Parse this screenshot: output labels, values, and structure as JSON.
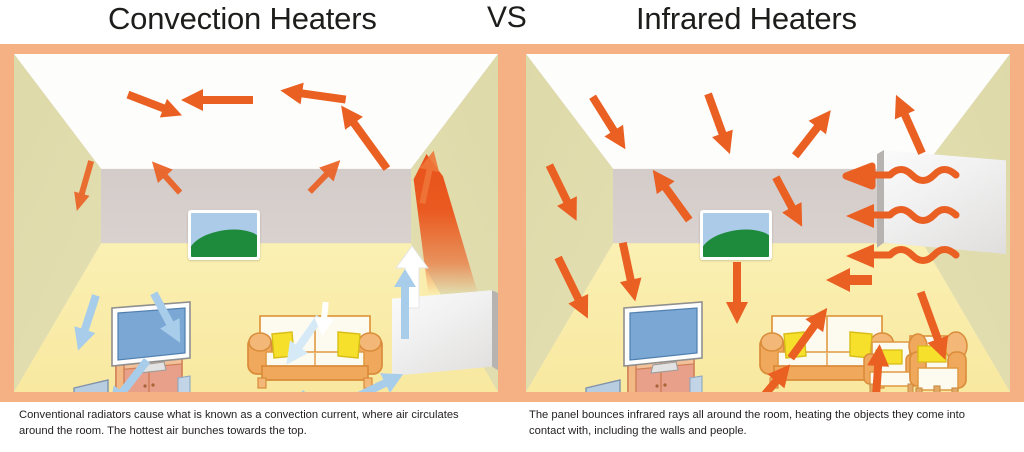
{
  "titles": {
    "left": "Convection Heaters",
    "vs": "VS",
    "right": "Infrared Heaters"
  },
  "captions": {
    "left": "Conventional radiators cause what is known as a convection current, where air circulates around the room. The hottest air bunches towards the top.",
    "right": "The panel bounces infrared rays all around the room, heating the objects they come into contact with, including the walls and people."
  },
  "colors": {
    "frame_orange": "#f5b183",
    "arrow_orange": "#ea5f22",
    "arrow_blue": "#a8cdea",
    "floor_yellow": "#fbf2b8",
    "side_wall": "#e4e0b0",
    "back_wall": "#d5cecb",
    "ceiling_white": "#fdfdfb",
    "sofa_wood": "#f0a85c",
    "cushion_yellow": "#f7e02c",
    "cabinet_pink": "#e8a08a",
    "tv_screen": "#7ba7d4",
    "picture_sky": "#abcbe8",
    "picture_hill": "#1e8a3c",
    "panel_white": "#f2f1f0",
    "title_text": "#1d1d1b"
  },
  "left_room": {
    "label": "convection-heater-room",
    "furniture": [
      {
        "name": "television-on-cabinet"
      },
      {
        "name": "sofa"
      },
      {
        "name": "heater-panel"
      },
      {
        "name": "wall-picture"
      }
    ],
    "hot_air_arrows": 6,
    "cold_air_arrows": 7,
    "plume": "rising-hot-air-plume"
  },
  "right_room": {
    "label": "infrared-heater-room",
    "furniture": [
      {
        "name": "television-on-cabinet"
      },
      {
        "name": "sofa"
      },
      {
        "name": "armchair-pair"
      },
      {
        "name": "heater-panel"
      },
      {
        "name": "wall-picture"
      }
    ],
    "infrared_arrows": 14,
    "wave_rays": 3
  }
}
